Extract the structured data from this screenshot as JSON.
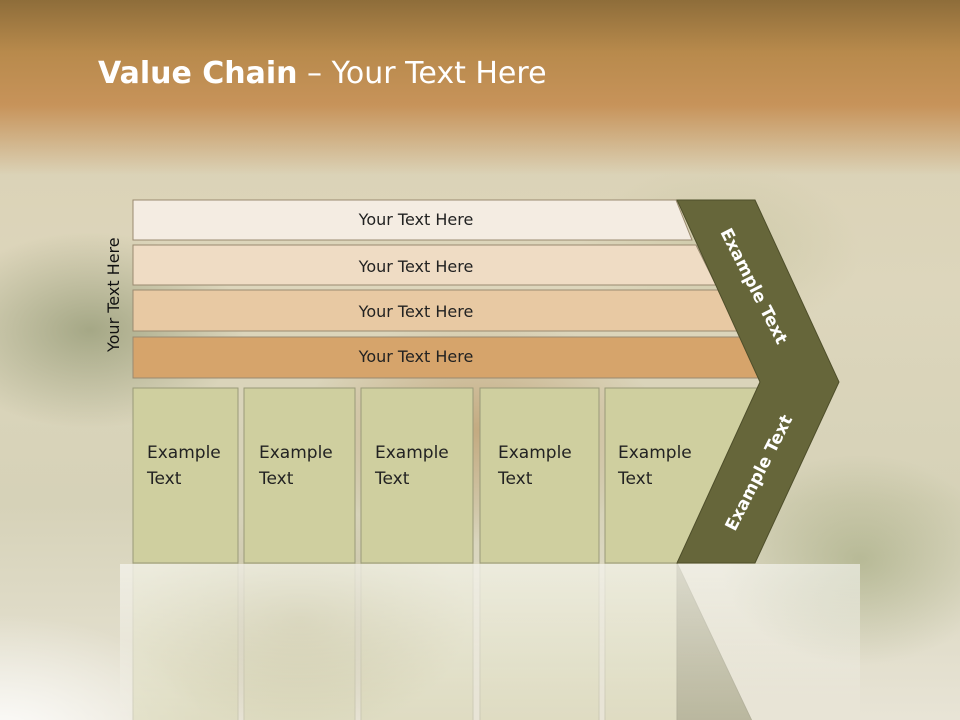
{
  "title": {
    "bold": "Value Chain",
    "rest": " – Your Text Here"
  },
  "side_label": "Your Text Here",
  "rows": [
    {
      "label": "Your Text Here",
      "color": "#f4ece2"
    },
    {
      "label": "Your Text Here",
      "color": "#efdcc4"
    },
    {
      "label": "Your Text Here",
      "color": "#e8c9a3"
    },
    {
      "label": "Your Text Here",
      "color": "#d6a46b"
    }
  ],
  "cells": [
    {
      "line1": "Example",
      "line2": "Text"
    },
    {
      "line1": "Example",
      "line2": "Text"
    },
    {
      "line1": "Example",
      "line2": "Text"
    },
    {
      "line1": "Example",
      "line2": "Text"
    },
    {
      "line1": "Example",
      "line2": "Text"
    }
  ],
  "chevron_top": "Example Text",
  "chevron_bottom": "Example Text",
  "colors": {
    "cell": "#cfcf9f",
    "chevron": "#66663a",
    "header": "#b88a4c"
  }
}
